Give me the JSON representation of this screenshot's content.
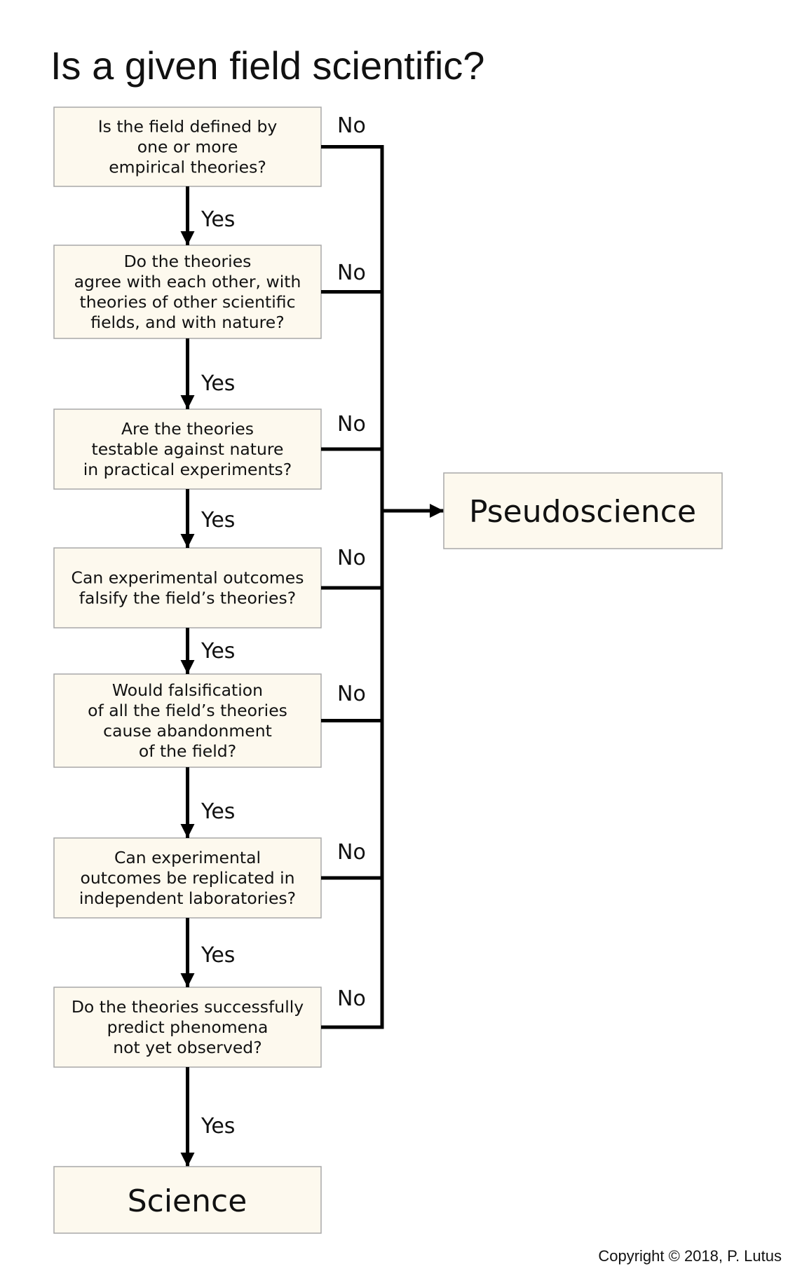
{
  "title": "Is a given field scientific?",
  "questions": [
    {
      "lines": [
        "Is the field defined by",
        "one or more",
        "empirical theories?"
      ]
    },
    {
      "lines": [
        "Do the theories",
        "agree with each other, with",
        "theories of other scientific",
        "fields, and with nature?"
      ]
    },
    {
      "lines": [
        "Are the theories",
        "testable against nature",
        "in practical experiments?"
      ]
    },
    {
      "lines": [
        "Can experimental outcomes",
        "falsify the field’s theories?"
      ]
    },
    {
      "lines": [
        "Would falsification",
        "of all the field’s theories",
        "cause abandonment",
        "of the field?"
      ]
    },
    {
      "lines": [
        "Can experimental",
        "outcomes be replicated in",
        "independent laboratories?"
      ]
    },
    {
      "lines": [
        "Do the theories successfully",
        "predict phenomena",
        "not yet observed?"
      ]
    }
  ],
  "yes_label": "Yes",
  "no_label": "No",
  "outcomes": {
    "pseudoscience": "Pseudoscience",
    "science": "Science"
  },
  "copyright": "Copyright © 2018, P. Lutus",
  "colors": {
    "box_fill": "#fdf9ee",
    "box_border": "#a8a8a8",
    "lines": "#000000"
  }
}
